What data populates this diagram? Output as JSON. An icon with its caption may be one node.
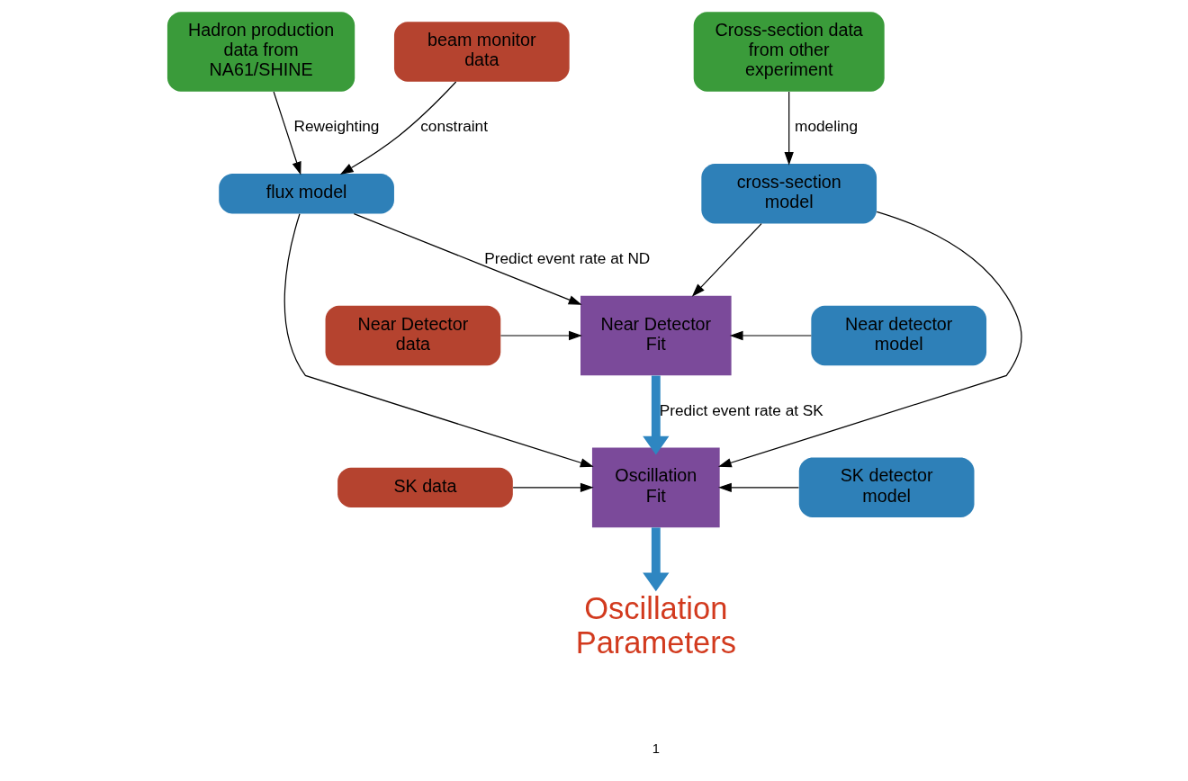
{
  "diagram": {
    "nodes": [
      {
        "text": [
          "Hadron production data from NA61/SHINE"
        ]
      },
      {
        "text": [
          "beam monitor data"
        ]
      },
      {
        "text": [
          "Cross-section data from other experiment"
        ]
      },
      {
        "text": [
          "flux model"
        ]
      },
      {
        "text": [
          "cross-section model"
        ]
      },
      {
        "text": [
          "Near Detector data"
        ]
      },
      {
        "text": [
          "Near Detector Fit"
        ]
      },
      {
        "text": [
          "Near detector model"
        ]
      },
      {
        "text": [
          "SK data"
        ]
      },
      {
        "text": [
          "Oscillation Fit"
        ]
      },
      {
        "text": [
          "SK detector model"
        ]
      },
      {
        "text": [
          "Oscillation Parameters"
        ]
      }
    ],
    "edges": [
      {
        "from": 0,
        "to": 3,
        "arrow": "to",
        "label": "Reweighting"
      },
      {
        "from": 1,
        "to": 3,
        "arrow": "to",
        "label": "constraint"
      },
      {
        "from": 2,
        "to": 4,
        "arrow": "to",
        "label": "modeling"
      },
      {
        "from": 3,
        "to": 6,
        "arrow": "to",
        "label": "Predict event rate at ND"
      },
      {
        "from": 4,
        "to": 6,
        "arrow": "to"
      },
      {
        "from": 5,
        "to": 6,
        "arrow": "to"
      },
      {
        "from": 7,
        "to": 6,
        "arrow": "to"
      },
      {
        "from": 3,
        "to": 9,
        "arrow": "to"
      },
      {
        "from": 4,
        "to": 9,
        "arrow": "to"
      },
      {
        "from": 6,
        "to": 9,
        "arrow": "to",
        "label": "Predict event rate at SK",
        "style": "thick",
        "color": "#2e86c1"
      },
      {
        "from": 8,
        "to": 9,
        "arrow": "to"
      },
      {
        "from": 10,
        "to": 9,
        "arrow": "to"
      },
      {
        "from": 9,
        "to": 11,
        "arrow": "to",
        "style": "thick",
        "color": "#2e86c1"
      }
    ],
    "labels": [
      "1"
    ]
  }
}
